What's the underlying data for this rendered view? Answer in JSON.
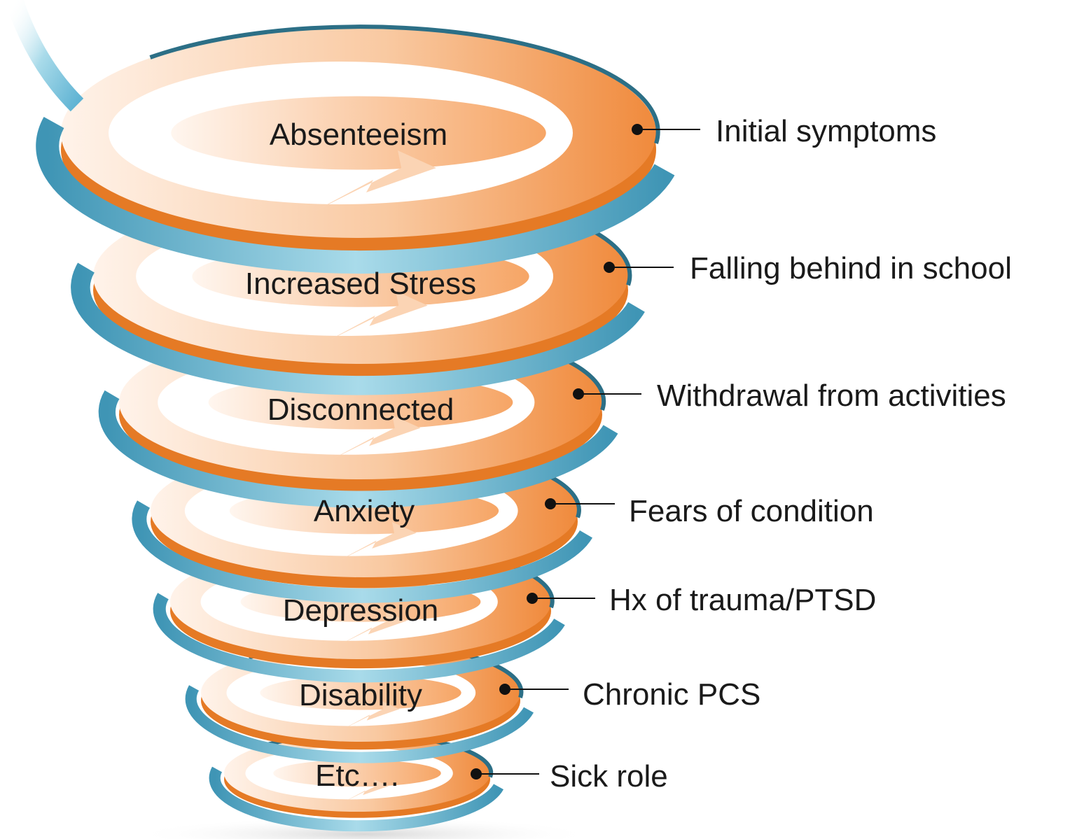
{
  "diagram": {
    "levels": [
      {
        "inner_label": "Absenteeism",
        "side_label": "Initial symptoms"
      },
      {
        "inner_label": "Increased Stress",
        "side_label": "Falling behind in school"
      },
      {
        "inner_label": "Disconnected",
        "side_label": "Withdrawal from activities"
      },
      {
        "inner_label": "Anxiety",
        "side_label": "Fears of condition"
      },
      {
        "inner_label": "Depression",
        "side_label": "Hx of trauma/PTSD"
      },
      {
        "inner_label": "Disability",
        "side_label": "Chronic PCS"
      },
      {
        "inner_label": "Etc….",
        "side_label": "Sick role"
      }
    ],
    "colors": {
      "ring_orange_dark": "#f08a3c",
      "ring_orange_light": "#fde8d8",
      "ring_edge": "#e57a25",
      "ribbon_blue": "#5fb3d3",
      "ribbon_blue_dark": "#2c6f86",
      "ribbon_blue_light": "#a9dbea",
      "text": "#1a1a1a"
    }
  }
}
